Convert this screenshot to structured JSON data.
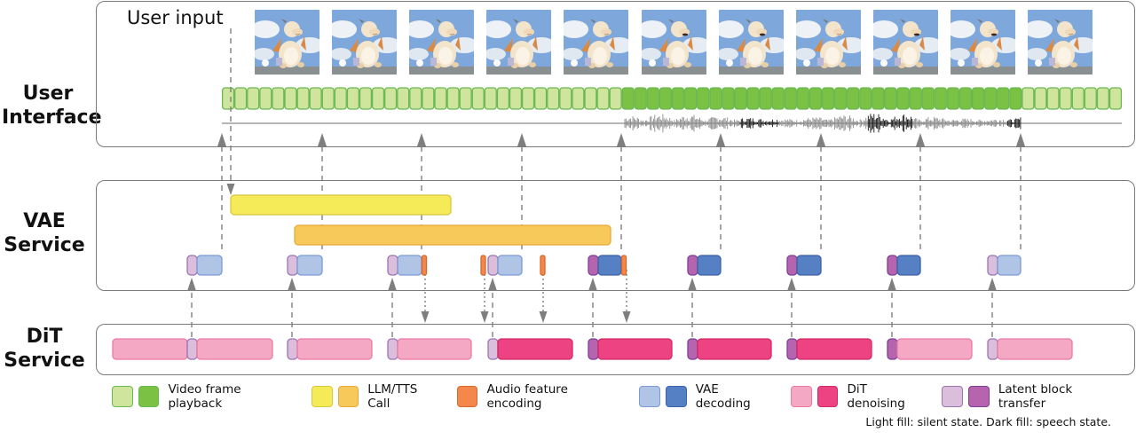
{
  "rows": {
    "ui": "User\nInterface",
    "vae": "VAE\nService",
    "dit": "DiT\nService"
  },
  "user_input_label": "User input",
  "thumbnails": [
    {
      "mouth": "closed"
    },
    {
      "mouth": "closed"
    },
    {
      "mouth": "closed"
    },
    {
      "mouth": "closed"
    },
    {
      "mouth": "closed"
    },
    {
      "mouth": "open"
    },
    {
      "mouth": "open"
    },
    {
      "mouth": "closed"
    },
    {
      "mouth": "open"
    },
    {
      "mouth": "open"
    },
    {
      "mouth": "closed"
    }
  ],
  "video_frames": {
    "segments": [
      {
        "state": "silent",
        "count": 32
      },
      {
        "state": "speech",
        "count": 32
      },
      {
        "state": "silent",
        "count": 8
      }
    ]
  },
  "colors": {
    "video_light": "#cfe59e",
    "video_dark": "#7bc244",
    "video_border": "#6ab851",
    "llm_light": "#f5ea57",
    "llm_dark": "#f7c95a",
    "llm_border_light": "#d8c83c",
    "llm_border_dark": "#e9a93a",
    "audio": "#f4874b",
    "audio_border": "#d8692d",
    "vae_light": "#b0c4e6",
    "vae_dark": "#5580c3",
    "vae_border_light": "#7b9ad6",
    "vae_border_dark": "#3a62ad",
    "dit_light": "#f5a8c4",
    "dit_dark": "#ee4383",
    "dit_border_light": "#ec7aa3",
    "dit_border_dark": "#cf2a66",
    "latent_light": "#dbbedc",
    "latent_dark": "#b664ad",
    "latent_border_light": "#9b74b3",
    "latent_border_dark": "#7c4196",
    "arrow": "#7f7f7f",
    "waveform_light": "#8a8a8a",
    "waveform_dark": "#111111"
  },
  "timeline": {
    "llm_call": {
      "start": 260,
      "end": 508
    },
    "tts_call": {
      "start": 332,
      "end": 688
    },
    "cycles": [
      {
        "vae_state": "silent",
        "dit_state": "silent",
        "latent_state": "silent",
        "has_audio_after": false,
        "has_audio_before": false
      },
      {
        "vae_state": "silent",
        "dit_state": "silent",
        "latent_state": "silent",
        "has_audio_after": false,
        "has_audio_before": false
      },
      {
        "vae_state": "silent",
        "dit_state": "silent",
        "latent_state": "silent",
        "has_audio_after": true,
        "has_audio_before": false
      },
      {
        "vae_state": "silent",
        "dit_state": "speech",
        "latent_state": "silent",
        "has_audio_after": false,
        "has_audio_before": true
      },
      {
        "vae_state": "speech",
        "dit_state": "speech",
        "latent_state": "speech",
        "has_audio_after": true,
        "has_audio_before": false
      },
      {
        "vae_state": "speech",
        "dit_state": "speech",
        "latent_state": "speech",
        "has_audio_after": false,
        "has_audio_before": false
      },
      {
        "vae_state": "speech",
        "dit_state": "speech",
        "latent_state": "speech",
        "has_audio_after": false,
        "has_audio_before": false
      },
      {
        "vae_state": "speech",
        "dit_state": "silent",
        "latent_state": "speech",
        "has_audio_after": false,
        "has_audio_before": false
      },
      {
        "vae_state": "silent",
        "dit_state": "silent",
        "latent_state": "silent",
        "has_audio_after": false,
        "has_audio_before": false
      }
    ]
  },
  "legend": [
    {
      "label": "Video frame playback",
      "swatches": [
        "video_light",
        "video_dark"
      ]
    },
    {
      "label": "LLM/TTS Call",
      "swatches": [
        "llm_light",
        "llm_dark"
      ]
    },
    {
      "label": "Audio feature encoding",
      "swatches": [
        "audio"
      ]
    },
    {
      "label": "VAE decoding",
      "swatches": [
        "vae_light",
        "vae_dark"
      ]
    },
    {
      "label": "DiT denoising",
      "swatches": [
        "dit_light",
        "dit_dark"
      ]
    },
    {
      "label": "Latent block transfer",
      "swatches": [
        "latent_light",
        "latent_dark"
      ]
    }
  ],
  "legend_note": "Light fill: silent state. Dark fill: speech state."
}
